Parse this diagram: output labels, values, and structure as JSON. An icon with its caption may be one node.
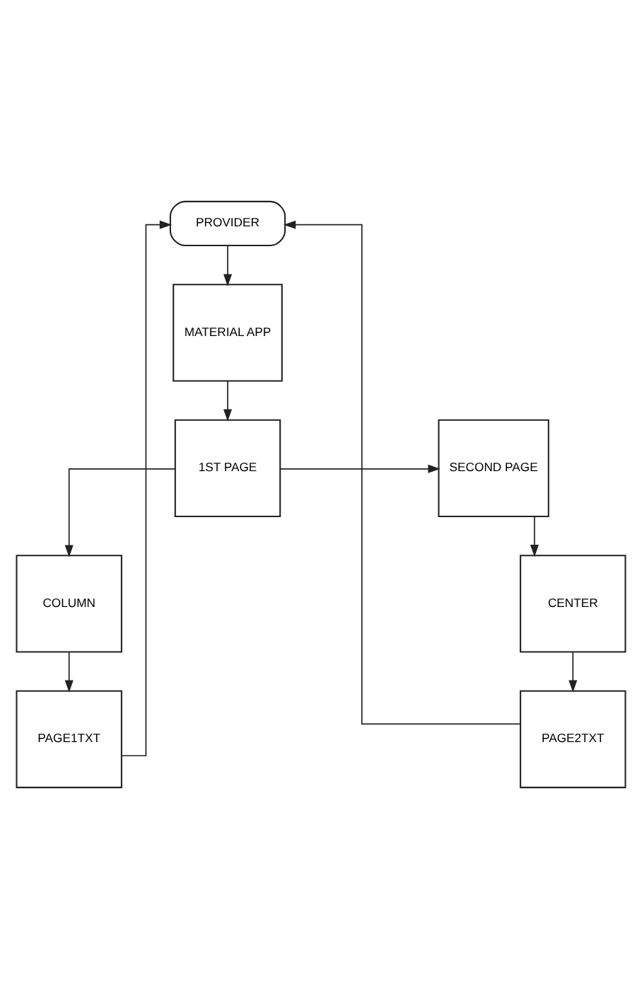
{
  "diagram": {
    "nodes": [
      {
        "text": [
          "PROVIDER"
        ]
      },
      {
        "text": [
          "MATERIAL APP"
        ]
      },
      {
        "text": [
          "1ST PAGE"
        ]
      },
      {
        "text": [
          "SECOND PAGE"
        ]
      },
      {
        "text": [
          "COLUMN"
        ]
      },
      {
        "text": [
          "CENTER"
        ]
      },
      {
        "text": [
          "PAGE1TXT"
        ]
      },
      {
        "text": [
          "PAGE2TXT"
        ]
      }
    ],
    "edges": [
      {
        "from": 0,
        "to": 1,
        "arrow": "to"
      },
      {
        "from": 1,
        "to": 2,
        "arrow": "to"
      },
      {
        "from": 2,
        "to": 3,
        "arrow": "to"
      },
      {
        "from": 2,
        "to": 4,
        "arrow": "to"
      },
      {
        "from": 3,
        "to": 5,
        "arrow": "to"
      },
      {
        "from": 4,
        "to": 6,
        "arrow": "to"
      },
      {
        "from": 5,
        "to": 7,
        "arrow": "to"
      },
      {
        "from": 6,
        "to": 0,
        "arrow": "to"
      },
      {
        "from": 7,
        "to": 0,
        "arrow": "to"
      }
    ]
  }
}
